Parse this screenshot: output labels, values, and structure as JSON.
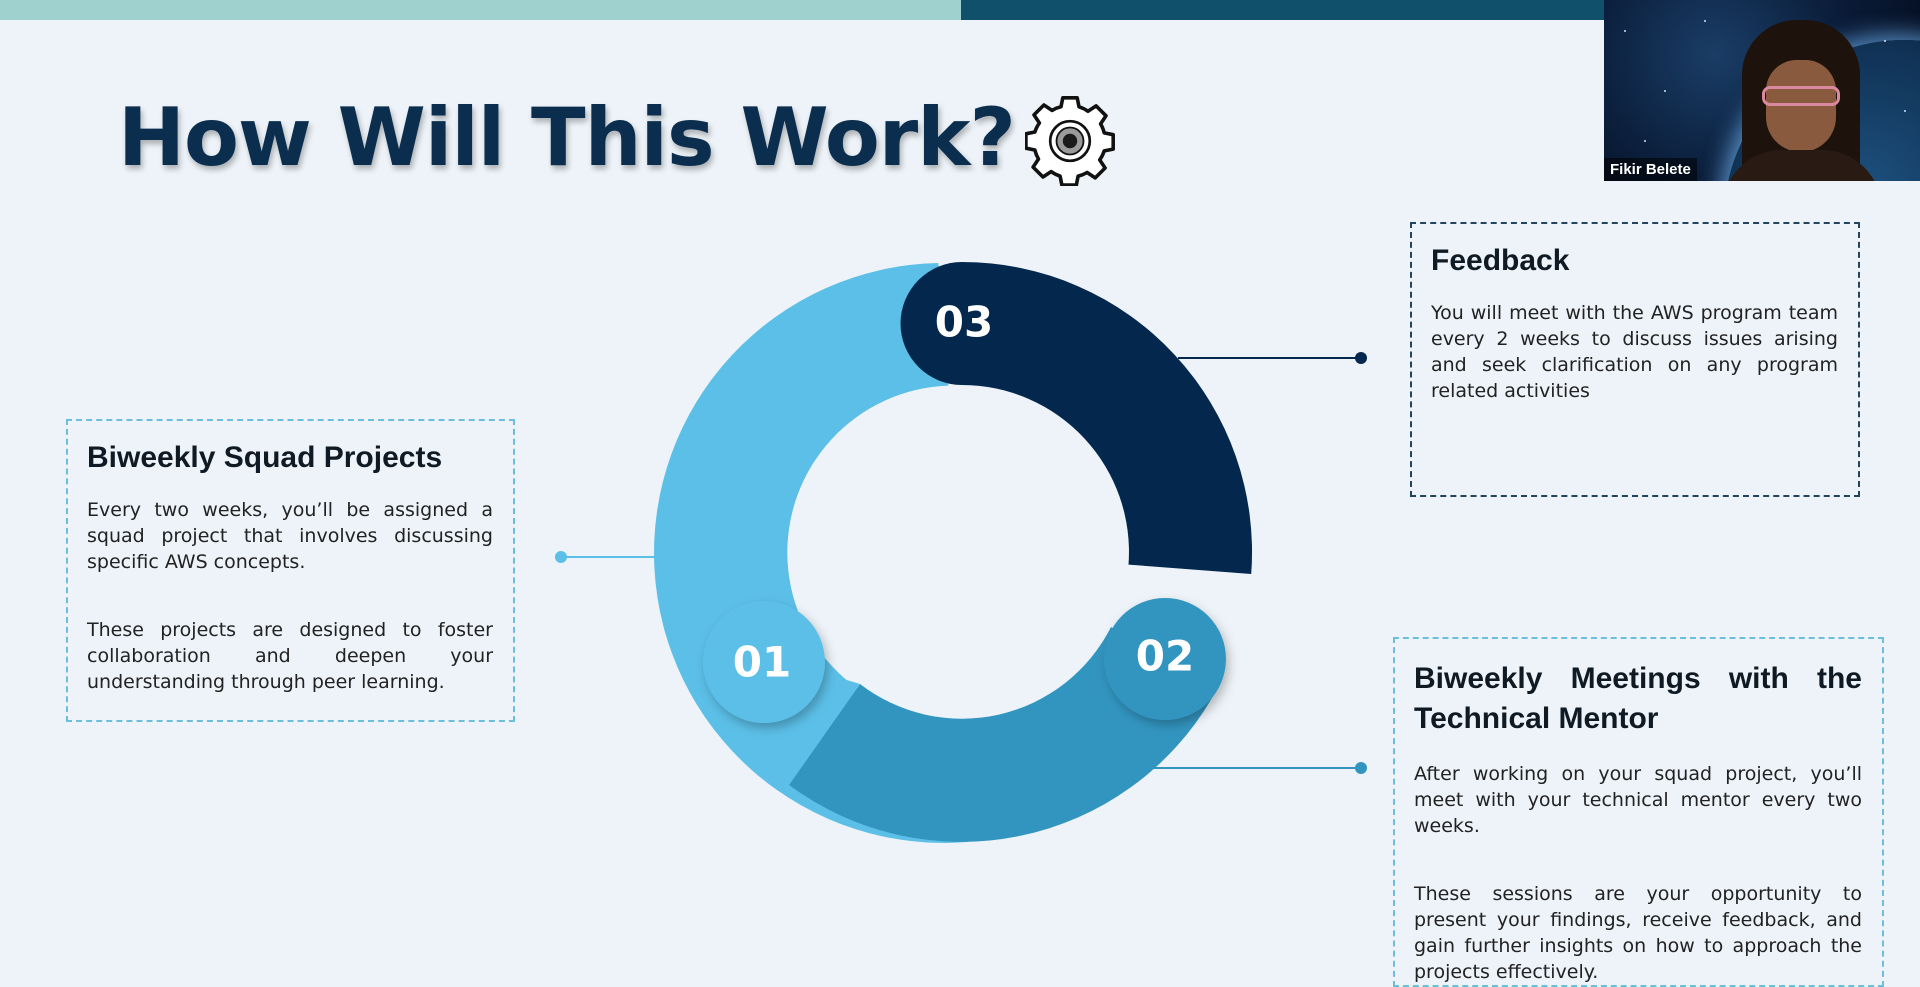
{
  "slide": {
    "title": "How Will This Work?",
    "title_icon": "gear-icon"
  },
  "steps": [
    {
      "number": "01",
      "heading": "Biweekly Squad Projects",
      "paragraphs": [
        "Every two weeks, you’ll be assigned a squad project that involves discussing specific AWS concepts.",
        "These projects are designed to foster collaboration and deepen your understanding through peer learning."
      ],
      "color": "#5bbfe7"
    },
    {
      "number": "02",
      "heading_line1": "Biweekly Meetings with the",
      "heading_line2": "Technical Mentor",
      "paragraphs": [
        "After working on your squad project, you’ll meet with your technical mentor every two weeks.",
        "These sessions are your opportunity to present your findings, receive feedback, and gain further insights on how to approach the projects effectively."
      ],
      "color": "#3295c0"
    },
    {
      "number": "03",
      "heading": "Feedback",
      "paragraphs": [
        "You will meet with the AWS program team every 2 weeks to discuss issues arising and seek clarification on any program related activities"
      ],
      "color": "#04274d"
    }
  ],
  "participant": {
    "name": "Fikir Belete"
  }
}
